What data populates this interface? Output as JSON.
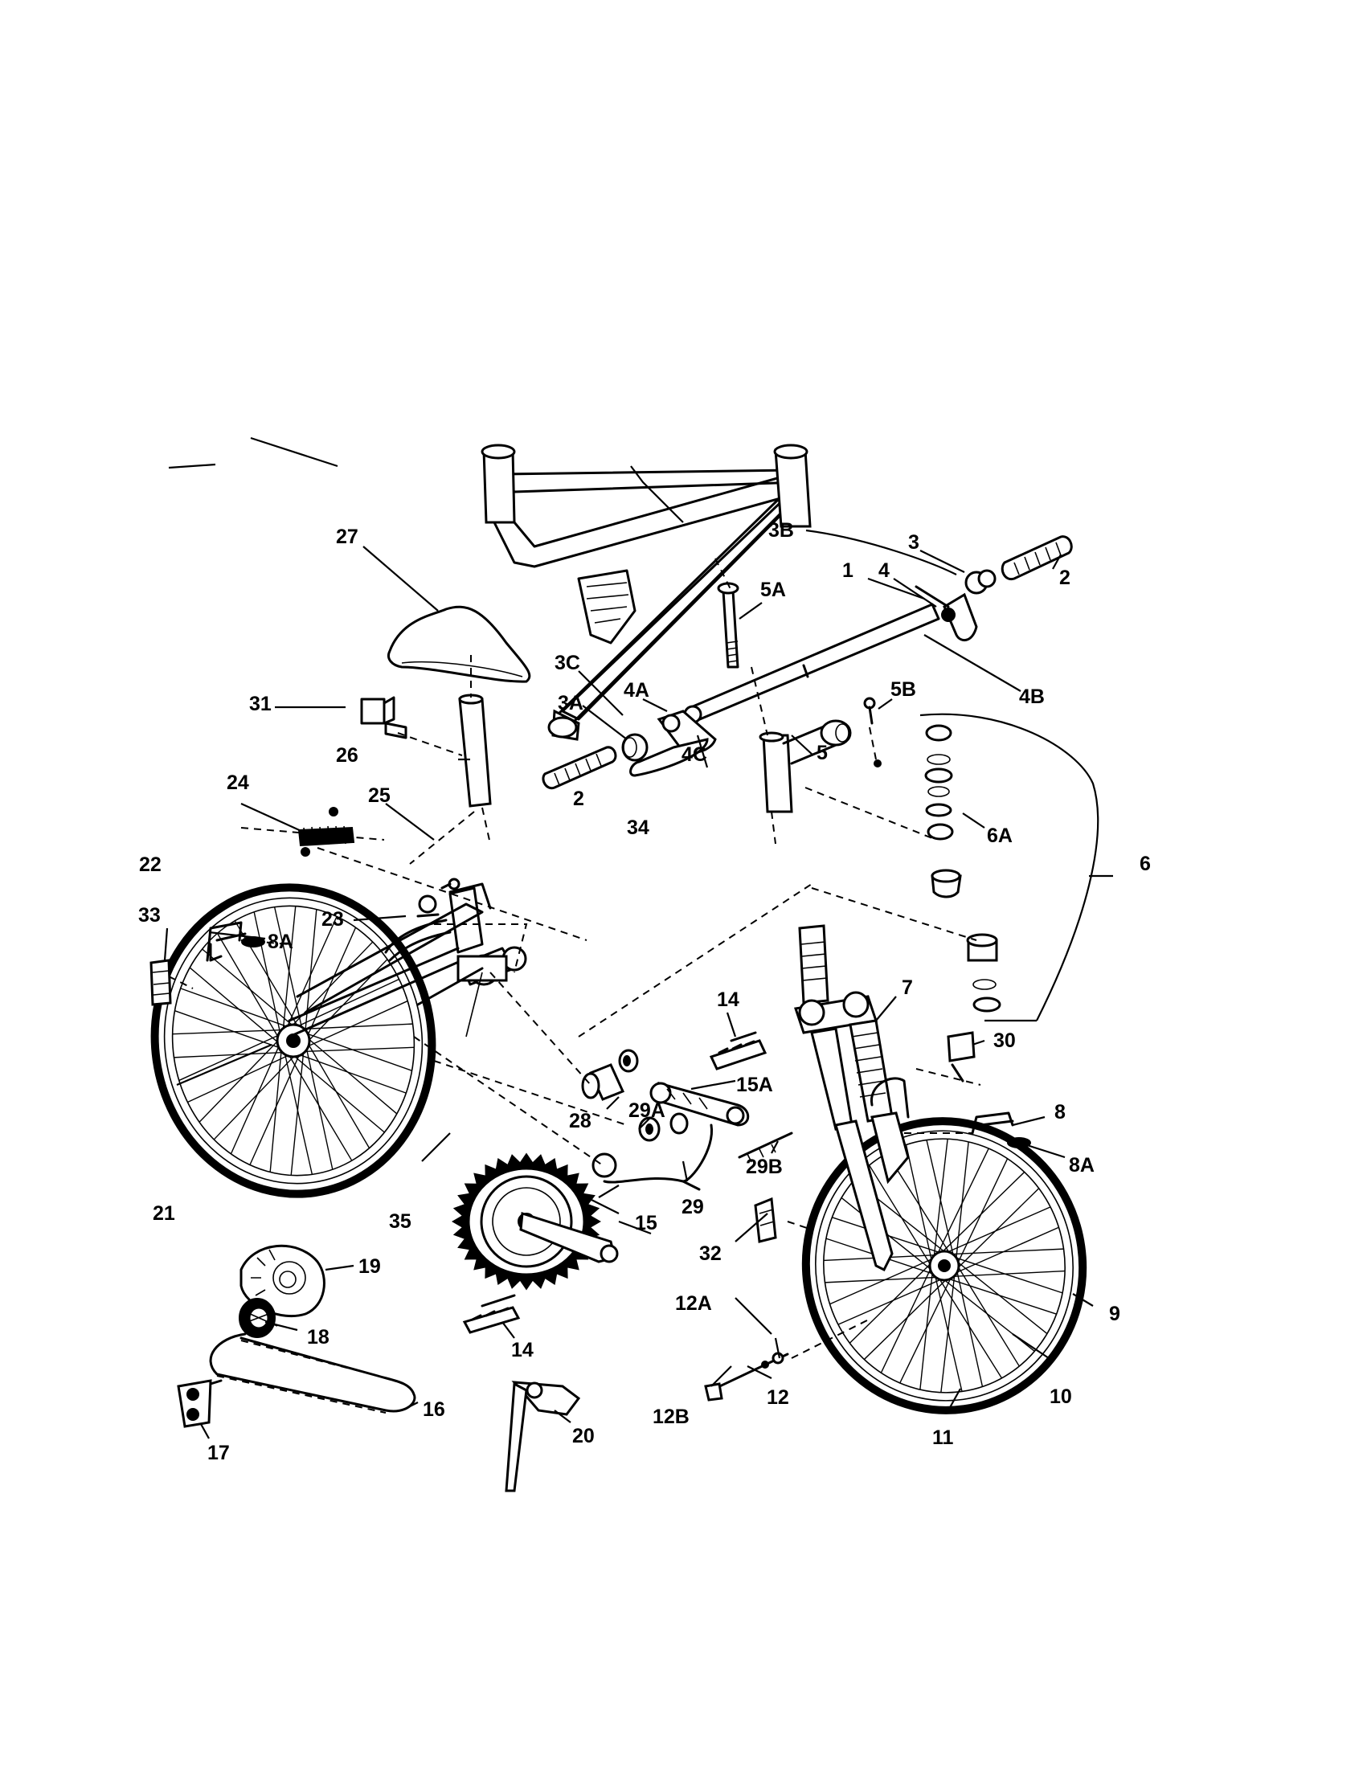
{
  "callouts": {
    "c1": "1",
    "c2a": "2",
    "c2b": "2",
    "c3": "3",
    "c3a": "3A",
    "c3b": "3B",
    "c3c": "3C",
    "c4": "4",
    "c4a": "4A",
    "c4b": "4B",
    "c4c": "4C",
    "c5": "5",
    "c5a": "5A",
    "c5b": "5B",
    "c6": "6",
    "c6a": "6A",
    "c7": "7",
    "c8": "8",
    "c8a_front": "8A",
    "c8a_rear": "8A",
    "c9": "9",
    "c10": "10",
    "c11": "11",
    "c12": "12",
    "c12a": "12A",
    "c12b": "12B",
    "c14a": "14",
    "c14b": "14",
    "c15": "15",
    "c15a": "15A",
    "c16": "16",
    "c17": "17",
    "c18": "18",
    "c19": "19",
    "c20": "20",
    "c21": "21",
    "c22": "22",
    "c23": "23",
    "c24": "24",
    "c25": "25",
    "c26": "26",
    "c27": "27",
    "c28": "28",
    "c29": "29",
    "c29a": "29A",
    "c29b": "29B",
    "c30": "30",
    "c31": "31",
    "c32": "32",
    "c33": "33",
    "c34": "34",
    "c35": "35"
  }
}
